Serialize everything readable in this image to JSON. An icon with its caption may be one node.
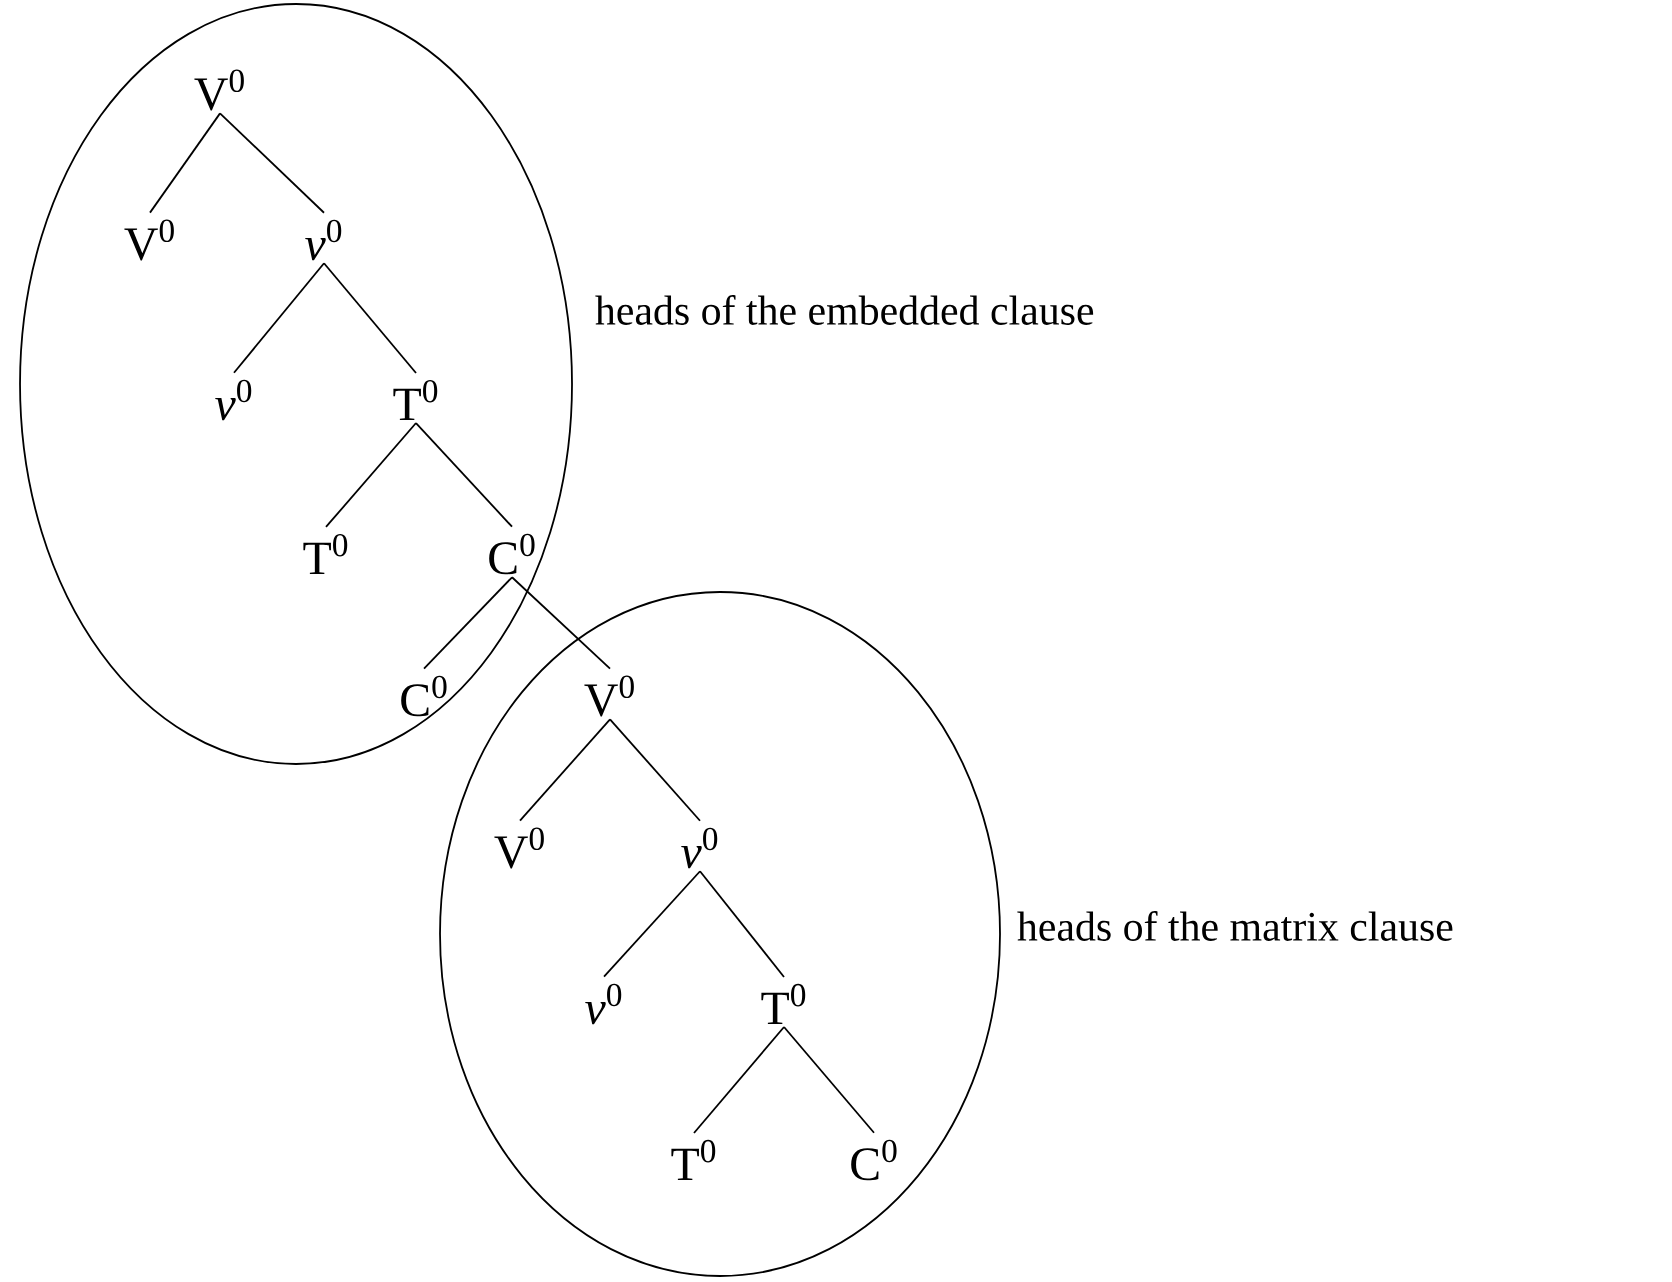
{
  "diagram": {
    "nodes": [
      {
        "text": [],
        "shape": "ellipse",
        "beside": [
          "heads of the embedded clause"
        ]
      },
      {
        "text": [
          "V$^{0}$"
        ],
        "in": 0
      },
      {
        "text": [
          "V$^{0}$"
        ],
        "in": 0
      },
      {
        "text": [
          "*v*$^{0}$"
        ],
        "in": 0
      },
      {
        "text": [
          "*v*$^{0}$"
        ],
        "in": 0
      },
      {
        "text": [
          "T$^{0}$"
        ],
        "in": 0
      },
      {
        "text": [
          "T$^{0}$"
        ],
        "in": 0
      },
      {
        "text": [
          "C$^{0}$"
        ],
        "in": 0
      },
      {
        "text": [
          "C$^{0}$"
        ],
        "in": 0
      },
      {
        "text": [],
        "shape": "ellipse",
        "beside": [
          "heads of the matrix clause"
        ]
      },
      {
        "text": [
          "V$^{0}$"
        ],
        "in": 9
      },
      {
        "text": [
          "V$^{0}$"
        ],
        "in": 9
      },
      {
        "text": [
          "*v*$^{0}$"
        ],
        "in": 9
      },
      {
        "text": [
          "*v*$^{0}$"
        ],
        "in": 9
      },
      {
        "text": [
          "T$^{0}$"
        ],
        "in": 9
      },
      {
        "text": [
          "T$^{0}$"
        ],
        "in": 9
      },
      {
        "text": [
          "C$^{0}$"
        ],
        "in": 9
      }
    ],
    "edges": [
      {
        "from": 1,
        "to": 2,
        "arrow": "none"
      },
      {
        "from": 1,
        "to": 3,
        "arrow": "none"
      },
      {
        "from": 3,
        "to": 4,
        "arrow": "none"
      },
      {
        "from": 3,
        "to": 5,
        "arrow": "none"
      },
      {
        "from": 5,
        "to": 6,
        "arrow": "none"
      },
      {
        "from": 5,
        "to": 7,
        "arrow": "none"
      },
      {
        "from": 7,
        "to": 8,
        "arrow": "none"
      },
      {
        "from": 7,
        "to": 10,
        "arrow": "none"
      },
      {
        "from": 10,
        "to": 11,
        "arrow": "none"
      },
      {
        "from": 10,
        "to": 12,
        "arrow": "none"
      },
      {
        "from": 12,
        "to": 13,
        "arrow": "none"
      },
      {
        "from": 12,
        "to": 14,
        "arrow": "none"
      },
      {
        "from": 14,
        "to": 15,
        "arrow": "none"
      },
      {
        "from": 14,
        "to": 16,
        "arrow": "none"
      }
    ]
  }
}
